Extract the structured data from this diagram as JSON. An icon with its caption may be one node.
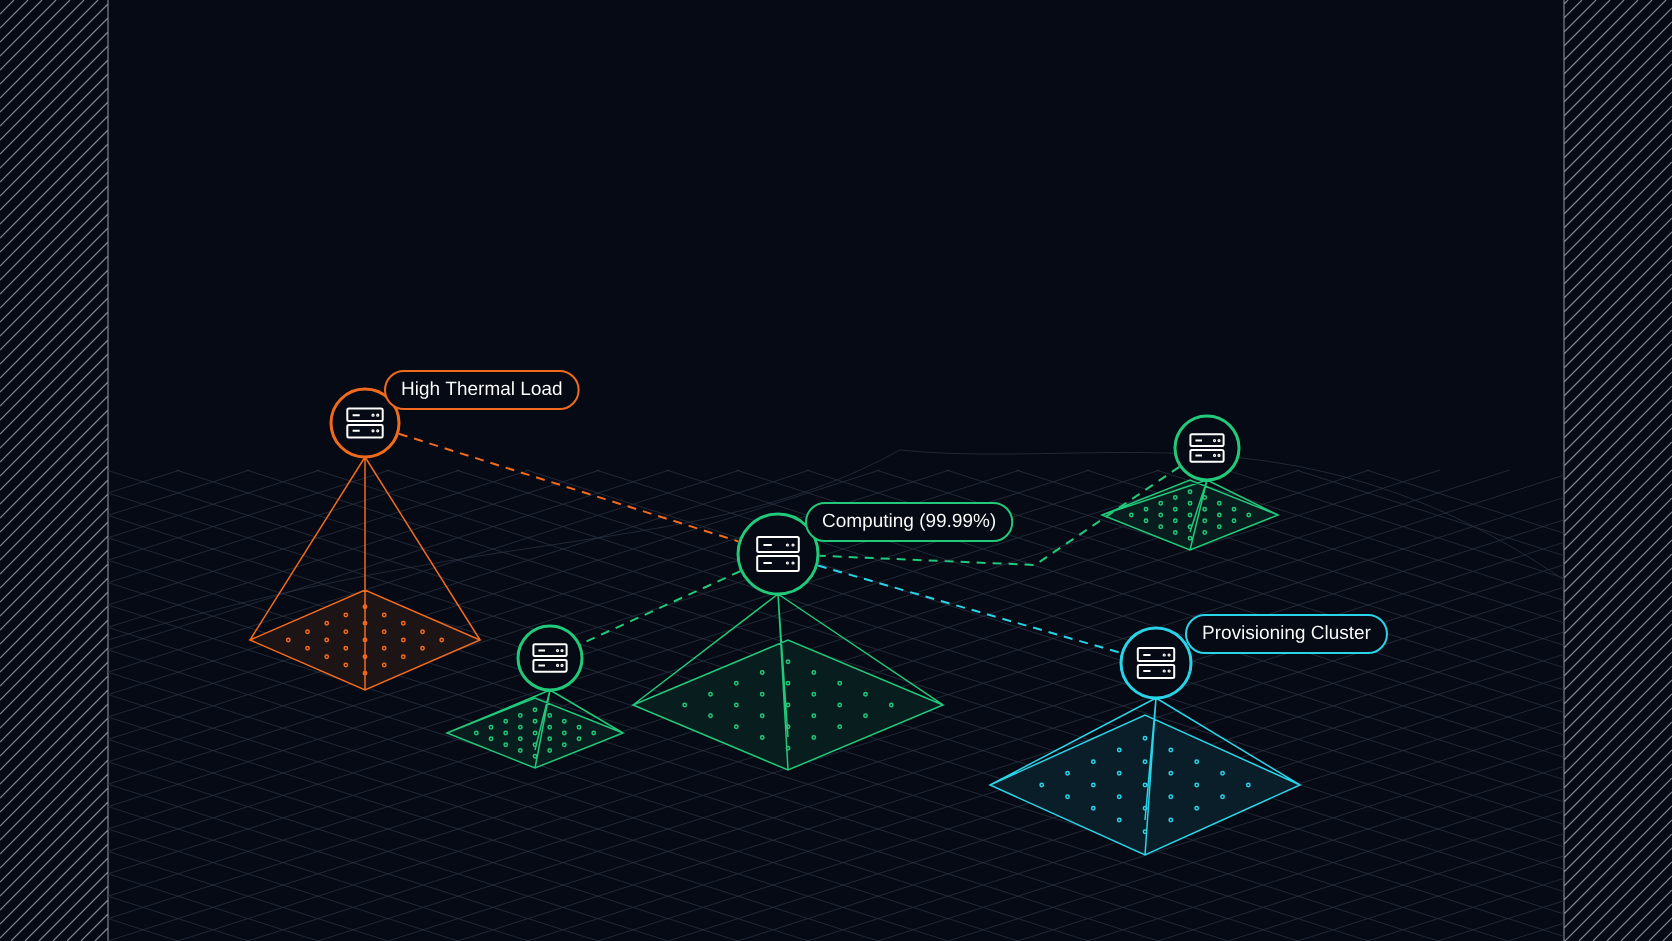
{
  "diagram": {
    "nodes": [
      {
        "text": [
          "High Thermal Load"
        ]
      },
      {
        "text": [],
        "shape": "circle"
      },
      {
        "text": [
          "Computing (99.99%)"
        ]
      },
      {
        "text": [],
        "shape": "circle"
      },
      {
        "text": [
          "Provisioning Cluster"
        ]
      }
    ],
    "edges": [
      {
        "from": 0,
        "to": 2,
        "arrow": "none",
        "style": "dashed",
        "color": "#f26b1d"
      },
      {
        "from": 1,
        "to": 2,
        "arrow": "none",
        "style": "dashed",
        "color": "#22c97a"
      },
      {
        "from": 2,
        "to": 3,
        "arrow": "none",
        "style": "dashed",
        "color": "#22c97a"
      },
      {
        "from": 2,
        "to": 4,
        "arrow": "none",
        "style": "dashed",
        "color": "#2ad4e8"
      }
    ]
  }
}
